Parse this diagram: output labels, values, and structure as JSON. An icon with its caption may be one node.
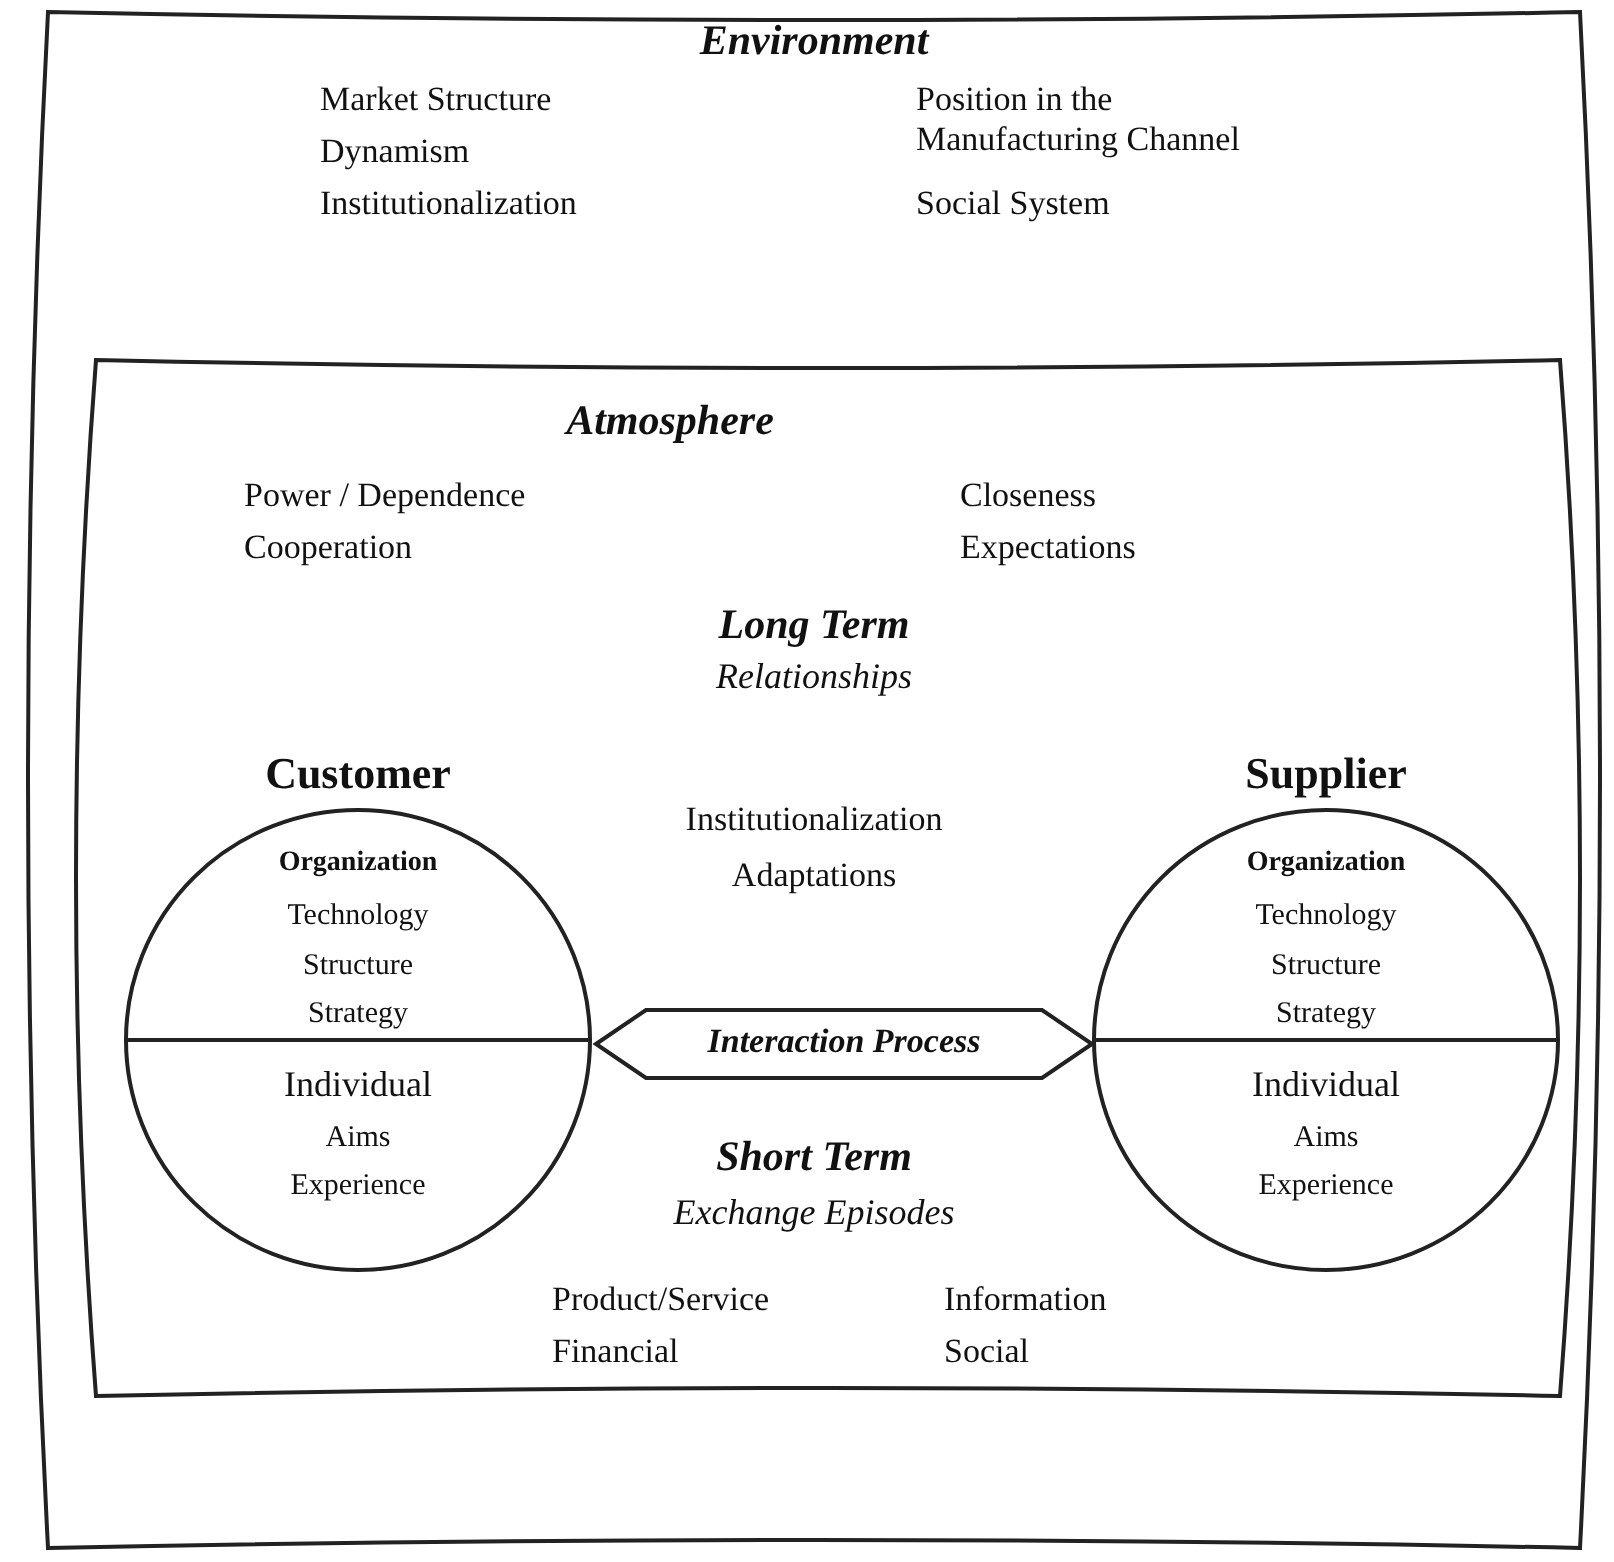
{
  "diagram": {
    "nodes": [
      {
        "text": [
          "Environment",
          "Market Structure",
          "Dynamism",
          "Institutionalization",
          "Position in the Manufacturing Channel",
          "Social System"
        ]
      },
      {
        "text": [
          "Atmosphere",
          "Power / Dependence",
          "Cooperation",
          "Closeness",
          "Expectations",
          "Long Term",
          "Relationships",
          "Institutionalization",
          "Adaptations",
          "Short Term",
          "Exchange Episodes",
          "Product/Service",
          "Financial",
          "Information",
          "Social"
        ],
        "in": 0
      },
      {
        "text": [
          "Customer",
          "Organization",
          "Technology",
          "Structure",
          "Strategy",
          "Individual",
          "Aims",
          "Experience"
        ],
        "in": 1
      },
      {
        "text": [
          "Supplier",
          "Organization",
          "Technology",
          "Structure",
          "Strategy",
          "Individual",
          "Aims",
          "Experience"
        ],
        "in": 1
      },
      {
        "text": [
          "Interaction Process"
        ],
        "in": 1
      }
    ]
  }
}
